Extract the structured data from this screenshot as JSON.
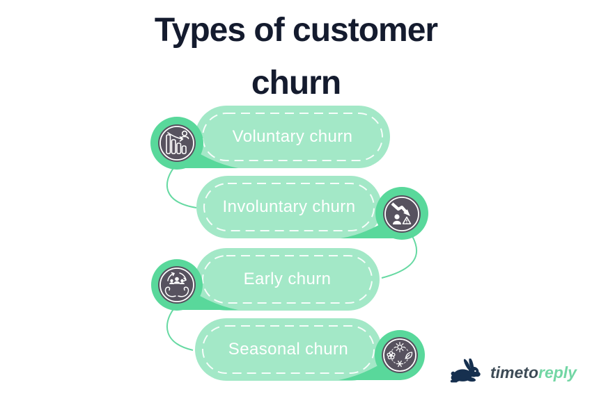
{
  "title": {
    "line1": "Types of customer",
    "line2": "churn"
  },
  "diagram": {
    "items": [
      {
        "label": "Voluntary churn",
        "icon": "declining-bar-chart-with-person-icon",
        "icon_side": "left"
      },
      {
        "label": "Involuntary churn",
        "icon": "falling-arrow-person-warning-icon",
        "icon_side": "right"
      },
      {
        "label": "Early churn",
        "icon": "hands-holding-customer-group-icon",
        "icon_side": "left"
      },
      {
        "label": "Seasonal churn",
        "icon": "four-seasons-icon",
        "icon_side": "right"
      }
    ]
  },
  "logo": {
    "name": "timetoreply",
    "prefix": "timeto",
    "suffix": "reply",
    "icon": "rabbit-icon"
  },
  "colors": {
    "background": "#FFFFFF",
    "pill_fill": "#A3E8C7",
    "cap_fill": "#59D89B",
    "icon_circle_fill": "#57525F",
    "dashed_border": "#FFFFFF",
    "title_text": "#141B2E",
    "pill_text": "#FFFFFF",
    "connector": "#66D9A2",
    "logo_text_dark": "#3C4A55",
    "logo_rabbit": "#16304F",
    "logo_green": "#72D6A4"
  }
}
